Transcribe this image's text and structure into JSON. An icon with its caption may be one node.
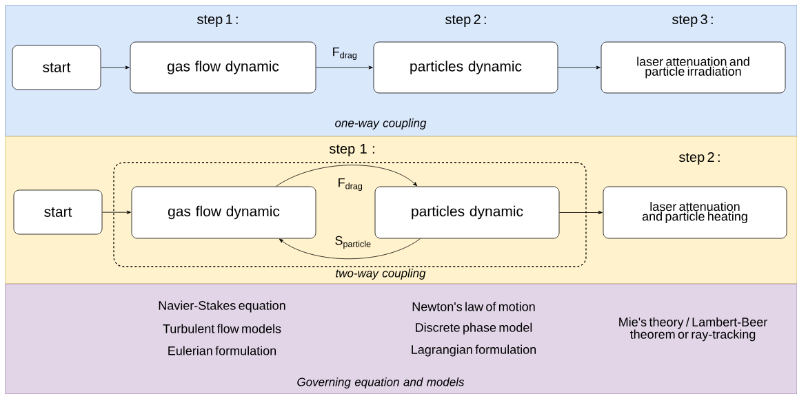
{
  "diagram": {
    "nodes": [
      {
        "text": [
          "one-way coupling"
        ]
      },
      {
        "text": [
          "start"
        ],
        "in": 0
      },
      {
        "text": [
          "gas flow dynamic"
        ],
        "in": 0
      },
      {
        "text": [
          "particles dynamic"
        ],
        "in": 0
      },
      {
        "text": [
          "laser attenuation and particle irradiation"
        ],
        "in": 0
      },
      {
        "text": [
          "two-way coupling"
        ]
      },
      {
        "text": [
          "start"
        ],
        "in": 5
      },
      {
        "text": [
          "step 1 :"
        ],
        "in": 5
      },
      {
        "text": [
          "gas flow dynamic"
        ],
        "in": 7
      },
      {
        "text": [
          "particles dynamic"
        ],
        "in": 7
      },
      {
        "text": [
          "laser attenuation and particle heating"
        ],
        "in": 5
      },
      {
        "text": [
          "Governing equation and models"
        ]
      }
    ],
    "edges": [
      {
        "from": 1,
        "to": 2,
        "arrow": "to"
      },
      {
        "from": 2,
        "to": 3,
        "arrow": "to",
        "label": "F$_{drag}$"
      },
      {
        "from": 3,
        "to": 4,
        "arrow": "to"
      },
      {
        "from": 6,
        "to": 8,
        "arrow": "to"
      },
      {
        "from": 8,
        "to": 9,
        "arrow": "to",
        "label": "F$_{drag}$"
      },
      {
        "from": 9,
        "to": 8,
        "arrow": "to",
        "label": "S$_{particle}$"
      },
      {
        "from": 9,
        "to": 10,
        "arrow": "to"
      }
    ],
    "labels": [
      "step 1 :",
      "step 2 :",
      "step 3 :",
      "step 2 :",
      "Navier-Stakes equation",
      "Turbulent flow models",
      "Eulerian formulation",
      "Newton's law of motion",
      "Discrete phase model",
      "Lagrangian formulation",
      "Mie's theory / Lambert-Beer theorem or ray-tracking"
    ]
  }
}
